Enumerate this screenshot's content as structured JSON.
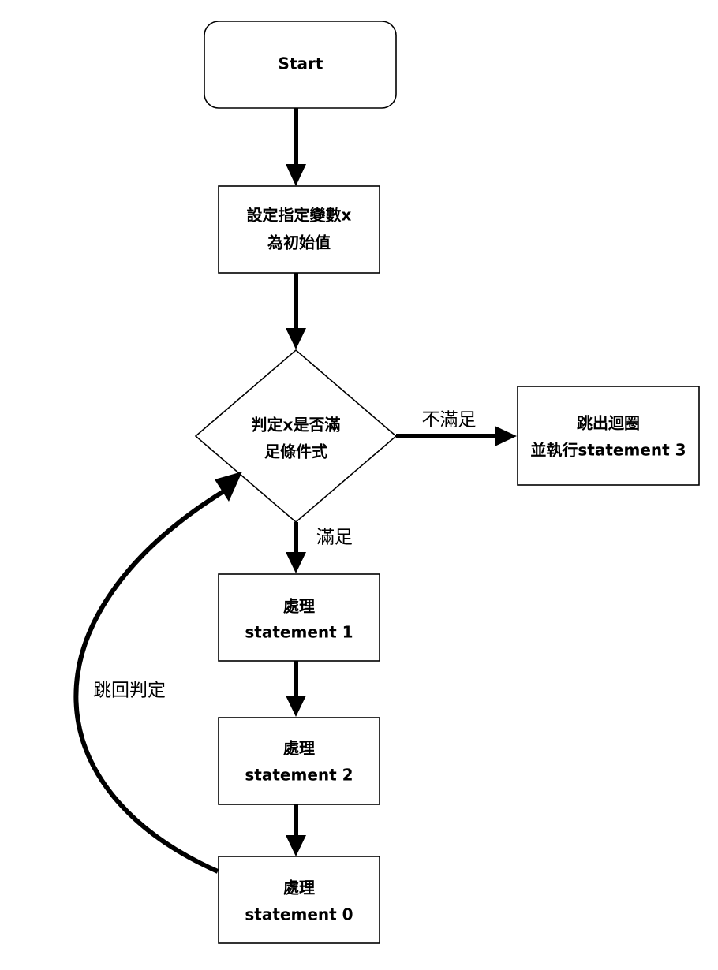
{
  "nodes": {
    "start": {
      "label": "Start"
    },
    "init": {
      "line1": "設定指定變數x",
      "line2": "為初始值"
    },
    "condition": {
      "line1": "判定x是否滿",
      "line2": "足條件式"
    },
    "exit": {
      "line1": "跳出迴圈",
      "line2": "並執行statement 3"
    },
    "stmt1": {
      "line1": "處理",
      "line2": "statement 1"
    },
    "stmt2": {
      "line1": "處理",
      "line2": "statement 2"
    },
    "stmt0": {
      "line1": "處理",
      "line2": "statement 0"
    }
  },
  "edges": {
    "not_satisfied": "不滿足",
    "satisfied": "滿足",
    "loop_back": "跳回判定"
  },
  "colors": {
    "stroke": "#000000",
    "fill": "#ffffff",
    "background": "#ffffff"
  }
}
